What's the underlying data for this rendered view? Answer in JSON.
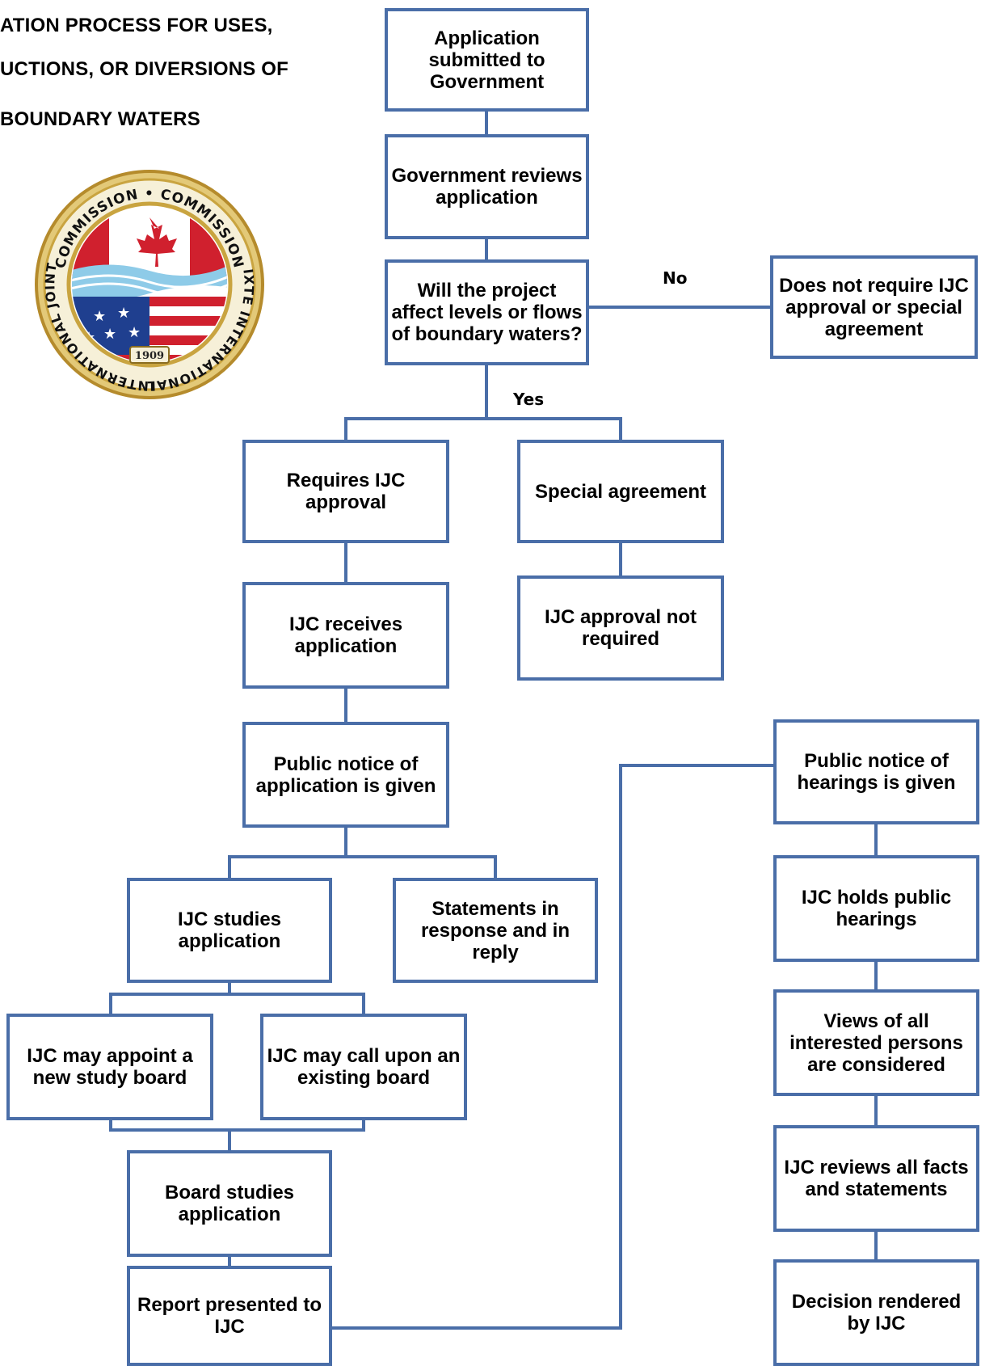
{
  "title": {
    "line1": "ATION PROCESS FOR USES,",
    "line2": "UCTIONS, OR DIVERSIONS OF",
    "line3": "BOUNDARY WATERS"
  },
  "seal": {
    "top_text": "COMMISSION • COMMISSION",
    "left_text": "INTERNATIONAL JOINT",
    "right_text": "MIXTE INTERNATIONALE",
    "year": "1909"
  },
  "nodes": {
    "app_submitted": "Application submitted to Government",
    "gov_reviews": "Government reviews application",
    "decision": "Will the project affect levels or flows of boundary waters?",
    "no_approval": "Does not require IJC approval or special agreement",
    "requires_approval": "Requires IJC approval",
    "special_agreement": "Special agreement",
    "approval_not_required": "IJC approval not required",
    "ijc_receives": "IJC receives application",
    "public_notice_app": "Public notice of application is given",
    "ijc_studies": "IJC studies application",
    "statements": "Statements in response and in reply",
    "appoint_board": "IJC may appoint a new study board",
    "existing_board": "IJC may call upon an existing board",
    "board_studies": "Board studies application",
    "report": "Report presented to IJC",
    "public_notice_hearings": "Public notice of hearings is given",
    "holds_hearings": "IJC holds public hearings",
    "views": "Views of all interested persons are considered",
    "reviews_facts": "IJC reviews all facts and statements",
    "decision_rendered": "Decision rendered by IJC"
  },
  "edge_labels": {
    "no": "No",
    "yes": "Yes"
  },
  "colors": {
    "line": "#4a6ea8",
    "seal_gold": "#c9a440",
    "seal_red": "#d0202e",
    "seal_blue": "#1f3f8f"
  }
}
